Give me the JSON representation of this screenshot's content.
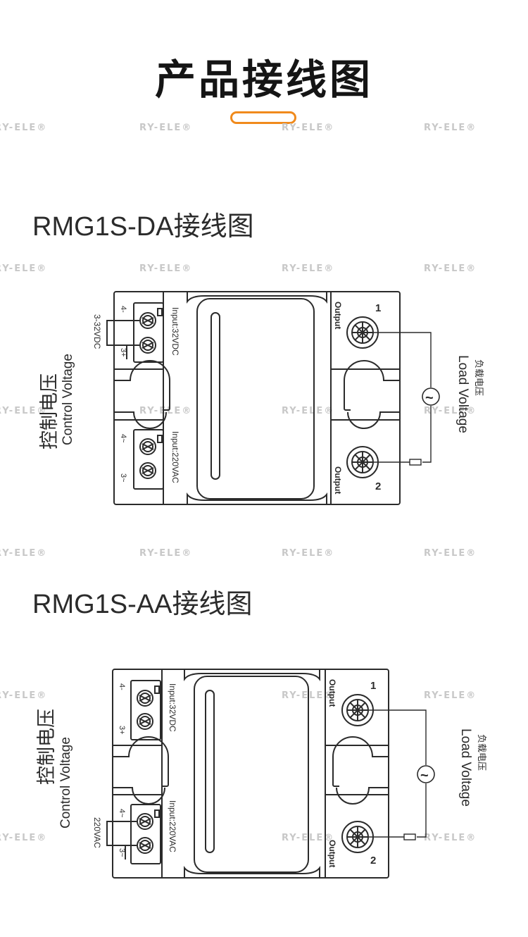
{
  "page": {
    "title": "产品接线图"
  },
  "watermark": "RY-ELE®",
  "sections": [
    {
      "heading_model": "RMG1S-DA",
      "heading_suffix": "接线图",
      "control_cn": "控制电压",
      "control_en": "Control Voltage",
      "load_cn": "负载电压",
      "load_en": "Load Voltage",
      "input_top": "Input:32VDC",
      "input_bottom": "Input:220VAC",
      "top_term_a": "4-",
      "top_term_b": "3+",
      "bottom_term_a": "4~",
      "bottom_term_b": "3~",
      "side_voltage": "3-32VDC",
      "output_label": "Output",
      "terminal_1": "1",
      "terminal_2": "2",
      "ac_symbol": "~"
    },
    {
      "heading_model": "RMG1S-AA",
      "heading_suffix": "接线图",
      "control_cn": "控制电压",
      "control_en": "Control Voltage",
      "load_cn": "负载电压",
      "load_en": "Load Voltage",
      "input_top": "Input:32VDC",
      "input_bottom": "Input:220VAC",
      "top_term_a": "4-",
      "top_term_b": "3+",
      "bottom_term_a": "4~",
      "bottom_term_b": "3~",
      "side_voltage": "220VAC",
      "output_label": "Output",
      "terminal_1": "1",
      "terminal_2": "2",
      "ac_symbol": "~"
    }
  ]
}
